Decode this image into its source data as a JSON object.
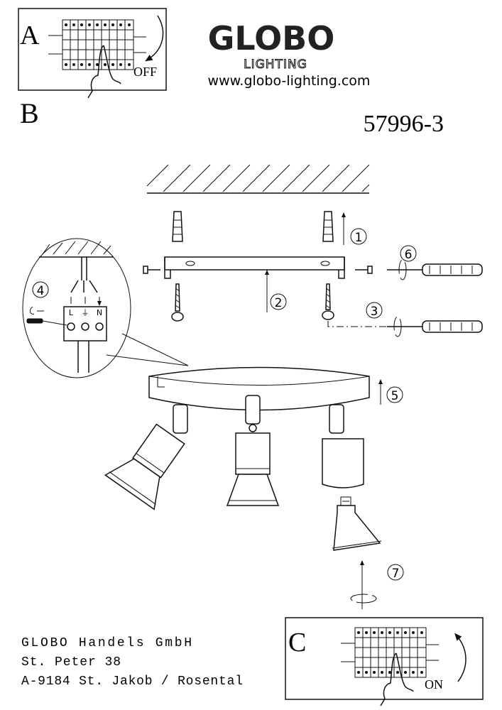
{
  "header": {
    "brand": "GLOBO",
    "brand_sub": "LIGHTING",
    "website": "www.globo-lighting.com",
    "product_number": "57996-3"
  },
  "step_a": {
    "letter": "A",
    "label": "OFF"
  },
  "step_b": {
    "letter": "B"
  },
  "step_c": {
    "letter": "C",
    "label": "ON"
  },
  "steps": [
    "1",
    "2",
    "3",
    "4",
    "5",
    "6",
    "7"
  ],
  "terminal": {
    "labels": [
      "L",
      "⏚",
      "N"
    ]
  },
  "address": {
    "line1": "GLOBO Handels GmbH",
    "line2": "St. Peter 38",
    "line3": "A-9184 St. Jakob / Rosental"
  }
}
